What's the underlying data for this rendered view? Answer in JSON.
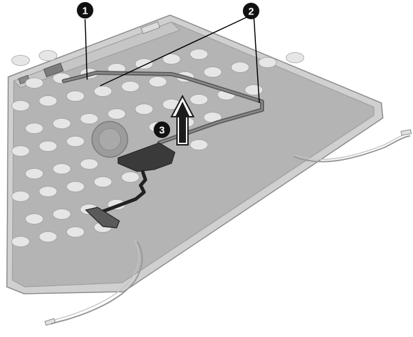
{
  "callouts": [
    {
      "number": "1"
    },
    {
      "number": "2"
    },
    {
      "number": "3"
    }
  ],
  "colors": {
    "panel_fill": "#b4b4b4",
    "panel_rim": "#d2d2d2",
    "hole_fill": "#e6e6e6",
    "cable_dark": "#3a3a3a",
    "callout_fill": "#111111",
    "callout_text": "#ffffff",
    "leader_line": "#000000",
    "antenna_wire": "#999999"
  }
}
